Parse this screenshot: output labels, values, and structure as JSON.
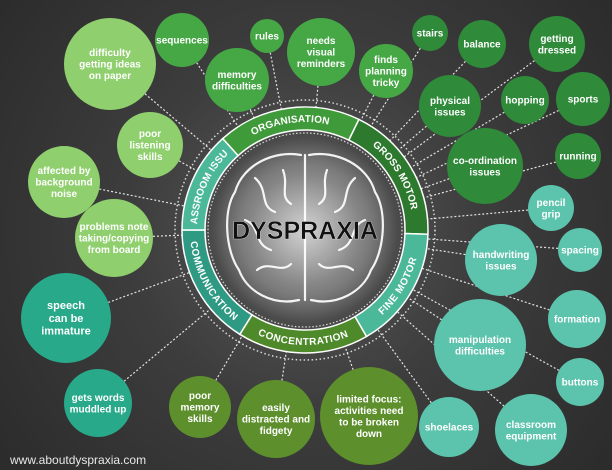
{
  "center_title": "DYSPRAXIA",
  "footer_url": "www.aboutdyspraxia.com",
  "colors": {
    "ring_dark_green": "#2d7a2f",
    "ring_green": "#3f9a3a",
    "ring_teal": "#2e9a83",
    "ring_light_teal": "#4bb89a",
    "ring_olive": "#4f8a2a",
    "bubble_light_green": "#8fcf6e",
    "bubble_green": "#45a845",
    "bubble_dark_green": "#2f8a3a",
    "bubble_teal": "#28a98a",
    "bubble_light_teal": "#5cc3ad",
    "bubble_olive": "#5d8f2c",
    "connector": "#ffffff"
  },
  "categories": [
    {
      "id": "organisation",
      "label": "ORGANISATION"
    },
    {
      "id": "gross-motor",
      "label": "GROSS MOTOR"
    },
    {
      "id": "fine-motor",
      "label": "FINE MOTOR"
    },
    {
      "id": "concentration",
      "label": "CONCENTRATION"
    },
    {
      "id": "communication",
      "label": "COMMUNICATION"
    },
    {
      "id": "classroom-issues",
      "label": "CLASSROOM ISSUES"
    }
  ],
  "bubbles": [
    {
      "id": "difficulty-getting-ideas",
      "lines": [
        "difficulty",
        "getting ideas",
        "on paper"
      ]
    },
    {
      "id": "sequences",
      "lines": [
        "sequences"
      ]
    },
    {
      "id": "rules",
      "lines": [
        "rules"
      ]
    },
    {
      "id": "memory-difficulties",
      "lines": [
        "memory",
        "difficulties"
      ]
    },
    {
      "id": "needs-visual-reminders",
      "lines": [
        "needs",
        "visual",
        "reminders"
      ]
    },
    {
      "id": "finds-planning-tricky",
      "lines": [
        "finds",
        "planning",
        "tricky"
      ]
    },
    {
      "id": "stairs",
      "lines": [
        "stairs"
      ]
    },
    {
      "id": "balance",
      "lines": [
        "balance"
      ]
    },
    {
      "id": "getting-dressed",
      "lines": [
        "getting",
        "dressed"
      ]
    },
    {
      "id": "physical-issues",
      "lines": [
        "physical",
        "issues"
      ]
    },
    {
      "id": "hopping",
      "lines": [
        "hopping"
      ]
    },
    {
      "id": "sports",
      "lines": [
        "sports"
      ]
    },
    {
      "id": "co-ordination-issues",
      "lines": [
        "co-ordination",
        "issues"
      ]
    },
    {
      "id": "running",
      "lines": [
        "running"
      ]
    },
    {
      "id": "pencil-grip",
      "lines": [
        "pencil",
        "grip"
      ]
    },
    {
      "id": "handwriting-issues",
      "lines": [
        "handwriting",
        "issues"
      ]
    },
    {
      "id": "spacing",
      "lines": [
        "spacing"
      ]
    },
    {
      "id": "formation",
      "lines": [
        "formation"
      ]
    },
    {
      "id": "manipulation-difficulties",
      "lines": [
        "manipulation",
        "difficulties"
      ]
    },
    {
      "id": "buttons",
      "lines": [
        "buttons"
      ]
    },
    {
      "id": "shoelaces",
      "lines": [
        "shoelaces"
      ]
    },
    {
      "id": "classroom-equipment",
      "lines": [
        "classroom",
        "equipment"
      ]
    },
    {
      "id": "limited-focus",
      "lines": [
        "limited focus:",
        "activities need",
        "to be broken",
        "down"
      ]
    },
    {
      "id": "easily-distracted",
      "lines": [
        "easily",
        "distracted and",
        "fidgety"
      ]
    },
    {
      "id": "poor-memory-skills",
      "lines": [
        "poor",
        "memory",
        "skills"
      ]
    },
    {
      "id": "gets-words-muddled",
      "lines": [
        "gets words",
        "muddled up"
      ]
    },
    {
      "id": "speech-immature",
      "lines": [
        "speech",
        "can be",
        "immature"
      ]
    },
    {
      "id": "problems-note-taking",
      "lines": [
        "problems note",
        "taking/copying",
        "from board"
      ]
    },
    {
      "id": "affected-by-noise",
      "lines": [
        "affected by",
        "background",
        "noise"
      ]
    },
    {
      "id": "poor-listening-skills",
      "lines": [
        "poor",
        "listening",
        "skills"
      ]
    }
  ]
}
